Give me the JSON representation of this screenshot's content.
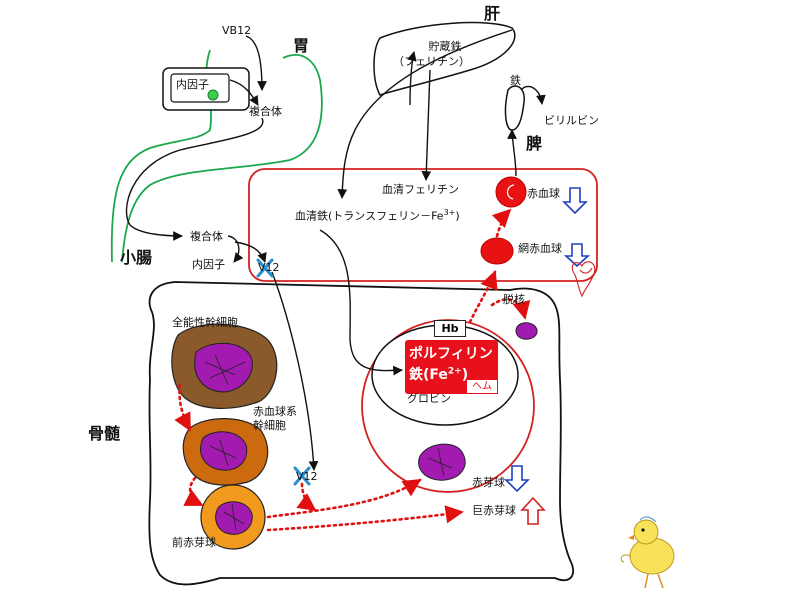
{
  "labels": {
    "vb12_top": "VB12",
    "stomach": "胃",
    "intrinsic_factor_top": "内因子",
    "complex_top": "複合体",
    "liver": "肝",
    "stored_iron": "貯蔵鉄",
    "ferritin_paren": "（フェリチン）",
    "iron_spleen": "鉄",
    "bilirubin": "ビリルビン",
    "spleen": "脾",
    "serum_ferritin": "血清フェリチン",
    "serum_iron": "血清鉄(トランスフェリン－Fe",
    "serum_iron_sup": "3+",
    "serum_iron_end": ")",
    "rbc": "赤血球",
    "reticulocyte": "網赤血球",
    "small_intestine": "小腸",
    "complex_bottom": "複合体",
    "intrinsic_factor_bottom": "内因子",
    "v12_mid": "V12",
    "enucleation": "脱核",
    "pluripotent_stem_cell": "全能性幹細胞",
    "hb": "Hb",
    "porphyrin": "ポルフィリン",
    "iron_fe": "鉄(Fe",
    "iron_fe_sup": "2+",
    "iron_fe_end": ")",
    "heme": "ヘム",
    "globin": "グロビン",
    "bone_marrow": "骨髄",
    "erythroid_stem_cell_1": "赤血球系",
    "erythroid_stem_cell_2": "幹細胞",
    "v12_low": "V12",
    "erythroblast": "赤芽球",
    "megaloblast": "巨赤芽球",
    "proerythroblast": "前赤芽球"
  },
  "colors": {
    "blood_border": "#d42020",
    "gi_tract": "#1aa84a",
    "cell_purple": "#a21ab0",
    "stem_brown": "#8a5a2b",
    "erythroid_orange": "#cc6a10",
    "pro_orange": "#f29a1e",
    "red_cell": "#e81212",
    "arrow_down": "#1f3fc0",
    "arrow_up": "#d42020",
    "block_x": "#2a8fd0"
  },
  "icons": {
    "blocked": "x-cross-icon",
    "decrease": "down-arrow-icon",
    "increase": "up-arrow-icon",
    "heart": "heart-icon",
    "chick": "chick-mascot-icon"
  }
}
